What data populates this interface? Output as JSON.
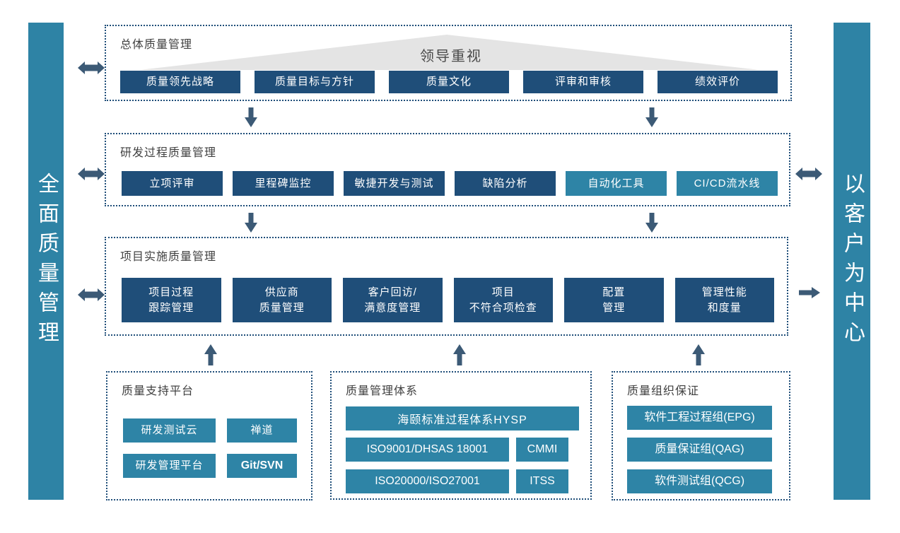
{
  "banners": {
    "left": "全面质量管理",
    "right": "以客户为中心"
  },
  "sections": {
    "overall": {
      "title": "总体质量管理",
      "banner": "领导重视",
      "buttons": [
        {
          "label": "质量领先战略"
        },
        {
          "label": "质量目标与方针"
        },
        {
          "label": "质量文化"
        },
        {
          "label": "评审和审核"
        },
        {
          "label": "绩效评价"
        }
      ]
    },
    "dev_process": {
      "title": "研发过程质量管理",
      "buttons": [
        {
          "label": "立项评审"
        },
        {
          "label": "里程碑监控"
        },
        {
          "label": "敏捷开发与测试"
        },
        {
          "label": "缺陷分析"
        },
        {
          "label": "自动化工具",
          "variant": "teal"
        },
        {
          "label": "CI/CD流水线",
          "variant": "teal"
        }
      ]
    },
    "project_impl": {
      "title": "项目实施质量管理",
      "buttons": [
        {
          "label": "项目过程\n跟踪管理"
        },
        {
          "label": "供应商\n质量管理"
        },
        {
          "label": "客户回访/\n满意度管理"
        },
        {
          "label": "项目\n不符合项检查"
        },
        {
          "label": "配置\n管理"
        },
        {
          "label": "管理性能\n和度量"
        }
      ]
    },
    "support_platform": {
      "title": "质量支持平台",
      "buttons": [
        {
          "label": "研发测试云"
        },
        {
          "label": "禅道"
        },
        {
          "label": "研发管理平台"
        },
        {
          "label": "Git/SVN",
          "variant": "bold"
        }
      ]
    },
    "quality_system": {
      "title": "质量管理体系",
      "headline": "海颐标准过程体系HYSP",
      "buttons": [
        {
          "label": "ISO9001/DHSAS 18001"
        },
        {
          "label": "CMMI"
        },
        {
          "label": "ISO20000/ISO27001"
        },
        {
          "label": "ITSS"
        }
      ]
    },
    "org_assurance": {
      "title": "质量组织保证",
      "buttons": [
        {
          "label": "软件工程过程组(EPG)"
        },
        {
          "label": "质量保证组(QAG)"
        },
        {
          "label": "软件测试组(QCG)"
        }
      ]
    }
  },
  "colors": {
    "dark_blue": "#1f4e79",
    "teal": "#2e84a6",
    "arrow": "#3c5a76",
    "triangle_gray": "#e4e4e4",
    "dotted_border": "#1f4e79"
  }
}
